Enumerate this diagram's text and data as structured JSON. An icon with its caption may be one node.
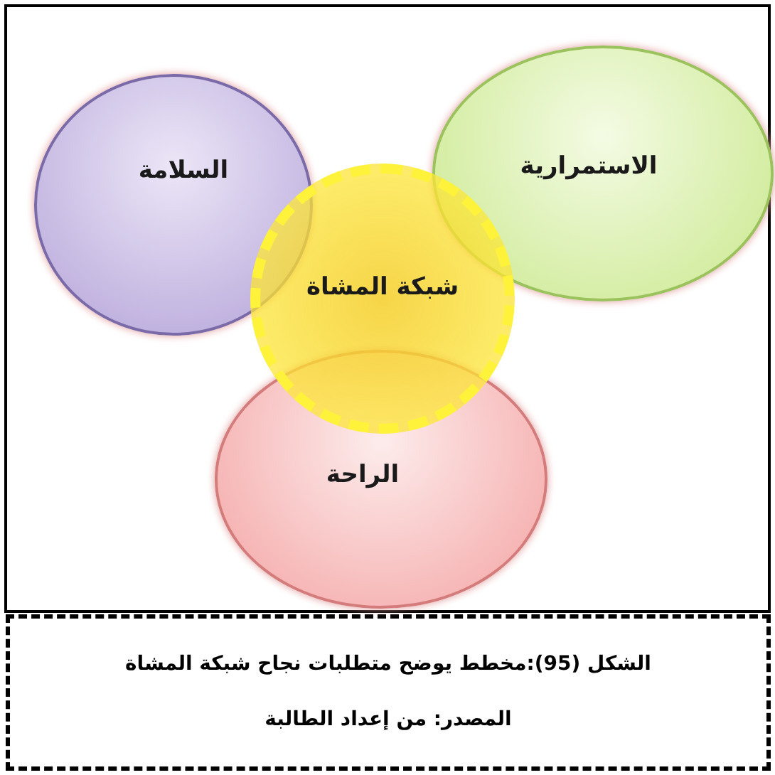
{
  "diagram": {
    "caption": "الشكل (95):مخطط يوضح متطلبات نجاح شبكة المشاة",
    "nodes": [
      {
        "text": [
          "السلامة"
        ]
      },
      {
        "text": [
          "الاستمرارية"
        ]
      },
      {
        "text": [
          "شبكة المشاة"
        ]
      },
      {
        "text": [
          "الراحة"
        ]
      }
    ],
    "labels": [
      "المصدر: من إعداد الطالبة"
    ]
  }
}
